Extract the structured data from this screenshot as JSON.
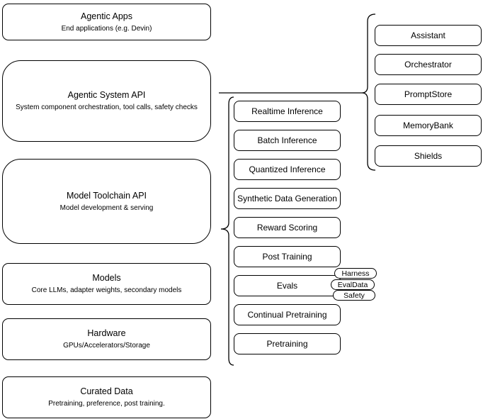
{
  "colors": {
    "background": "#ffffff",
    "stroke": "#000000",
    "text": "#000000"
  },
  "stack": {
    "boxes": [
      {
        "title": "Agentic Apps",
        "subtitle": "End applications (e.g. Devin)"
      },
      {
        "title": "Agentic System API",
        "subtitle": "System component orchestration, tool calls, safety checks"
      },
      {
        "title": "Model Toolchain API",
        "subtitle": "Model development & serving"
      },
      {
        "title": "Models",
        "subtitle": "Core LLMs, adapter weights, secondary models"
      },
      {
        "title": "Hardware",
        "subtitle": "GPUs/Accelerators/Storage"
      },
      {
        "title": "Curated Data",
        "subtitle": "Pretraining, preference, post training."
      }
    ]
  },
  "toolchain_api_components": {
    "items": [
      "Realtime Inference",
      "Batch Inference",
      "Quantized Inference",
      "Synthetic Data Generation",
      "Reward Scoring",
      "Post Training",
      "Evals",
      "Continual Pretraining",
      "Pretraining"
    ]
  },
  "evals_tags": {
    "items": [
      "Harness",
      "EvalData",
      "Safety"
    ]
  },
  "system_api_components": {
    "items": [
      "Assistant",
      "Orchestrator",
      "PromptStore",
      "MemoryBank",
      "Shields"
    ]
  }
}
